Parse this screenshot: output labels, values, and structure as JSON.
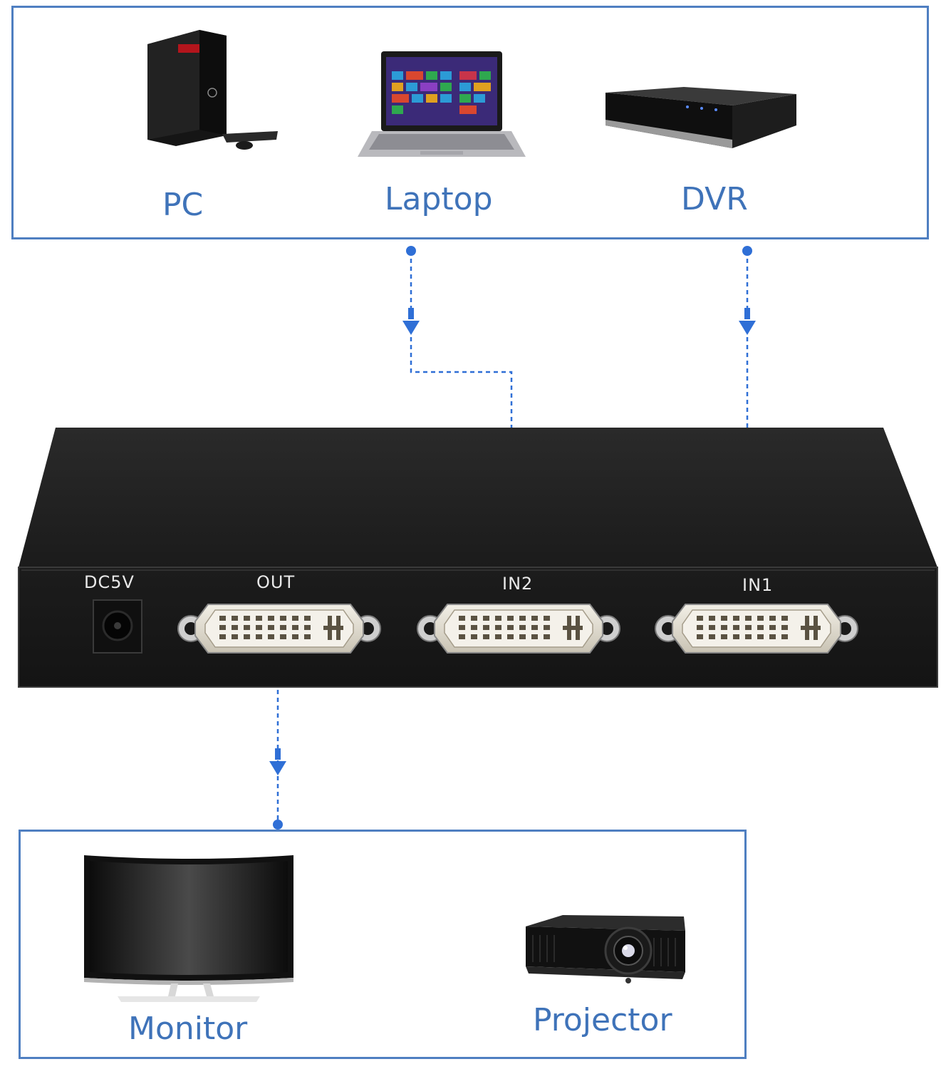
{
  "sources": {
    "devices": [
      {
        "label": "PC",
        "icon": "desktop-pc-icon"
      },
      {
        "label": "Laptop",
        "icon": "laptop-icon"
      },
      {
        "label": "DVR",
        "icon": "dvr-recorder-icon"
      }
    ]
  },
  "switch_panel": {
    "power_label": "DC5V",
    "ports": [
      {
        "label": "OUT"
      },
      {
        "label": "IN2"
      },
      {
        "label": "IN1"
      }
    ]
  },
  "outputs": {
    "devices": [
      {
        "label": "Monitor",
        "icon": "curved-monitor-icon"
      },
      {
        "label": "Projector",
        "icon": "projector-icon"
      }
    ]
  },
  "colors": {
    "accent": "#4f7fc1",
    "label": "#3f73b9",
    "connector": "#2f6fd6",
    "device_body": "#1f1f1f"
  }
}
